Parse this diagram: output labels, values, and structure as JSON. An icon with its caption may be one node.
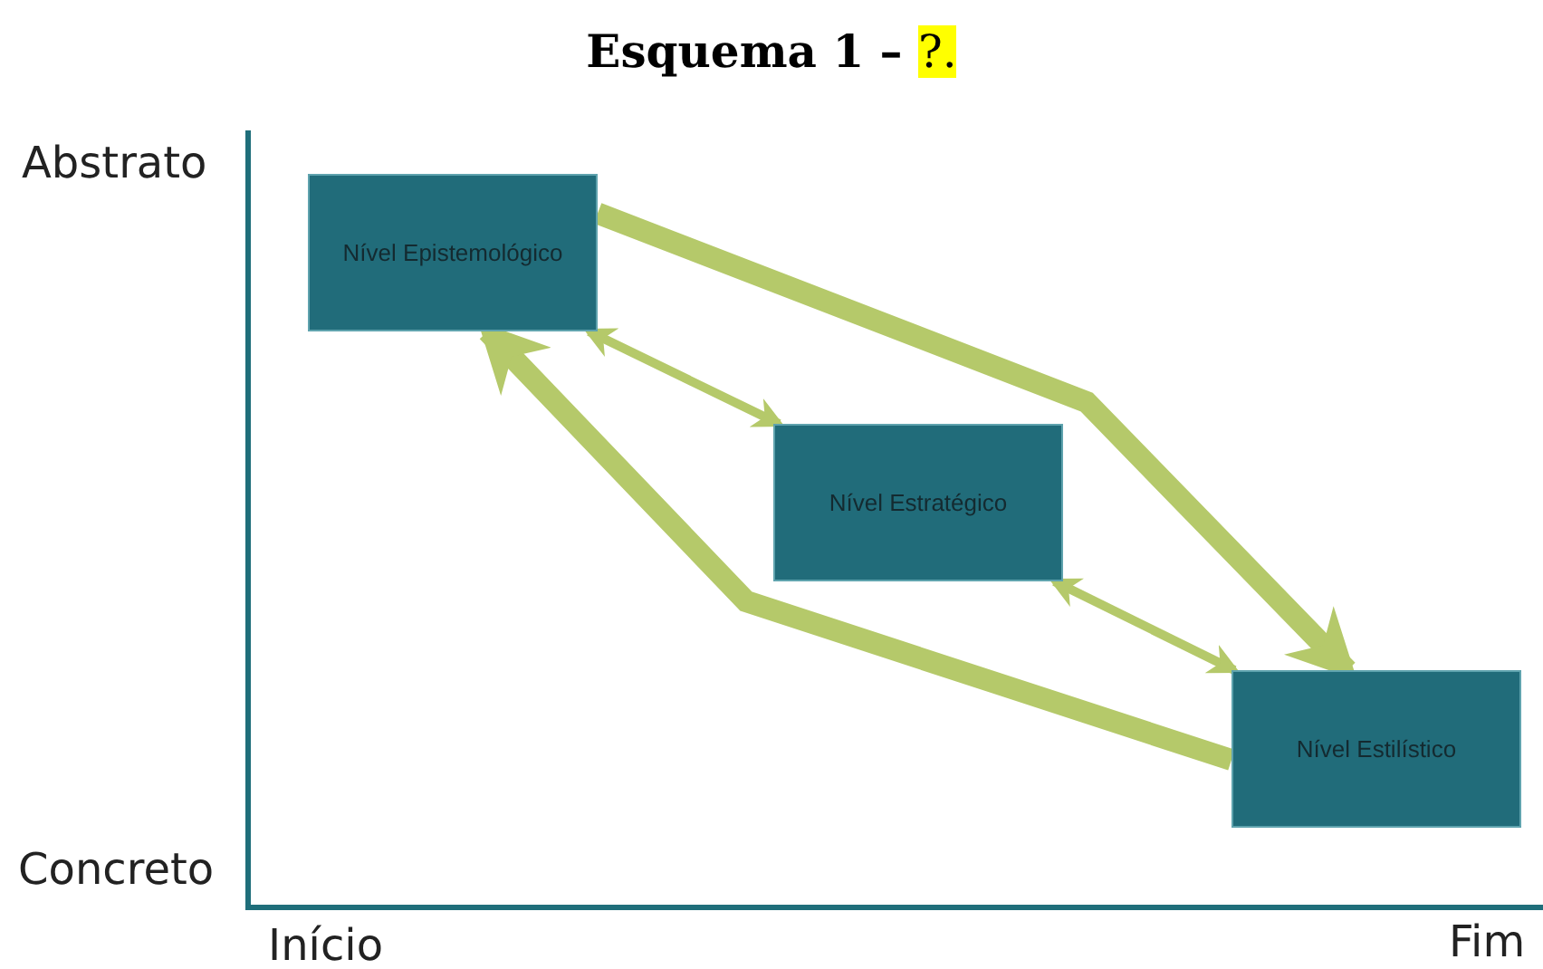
{
  "diagram": {
    "title": "Esquema 1 – ?.",
    "nodes": [
      {
        "text": [
          "Nível Epistemológico"
        ]
      },
      {
        "text": [
          "Nível Estratégico"
        ]
      },
      {
        "text": [
          "Nível Estilístico"
        ]
      }
    ],
    "edges": [
      {
        "from": 0,
        "to": 2,
        "arrow": "to",
        "style": "thick"
      },
      {
        "from": 2,
        "to": 0,
        "arrow": "to",
        "style": "thick"
      },
      {
        "from": 0,
        "to": 1,
        "arrow": "both"
      },
      {
        "from": 1,
        "to": 2,
        "arrow": "both"
      }
    ],
    "labels": [
      "Abstrato",
      "Concreto",
      "Início",
      "Fim"
    ]
  }
}
